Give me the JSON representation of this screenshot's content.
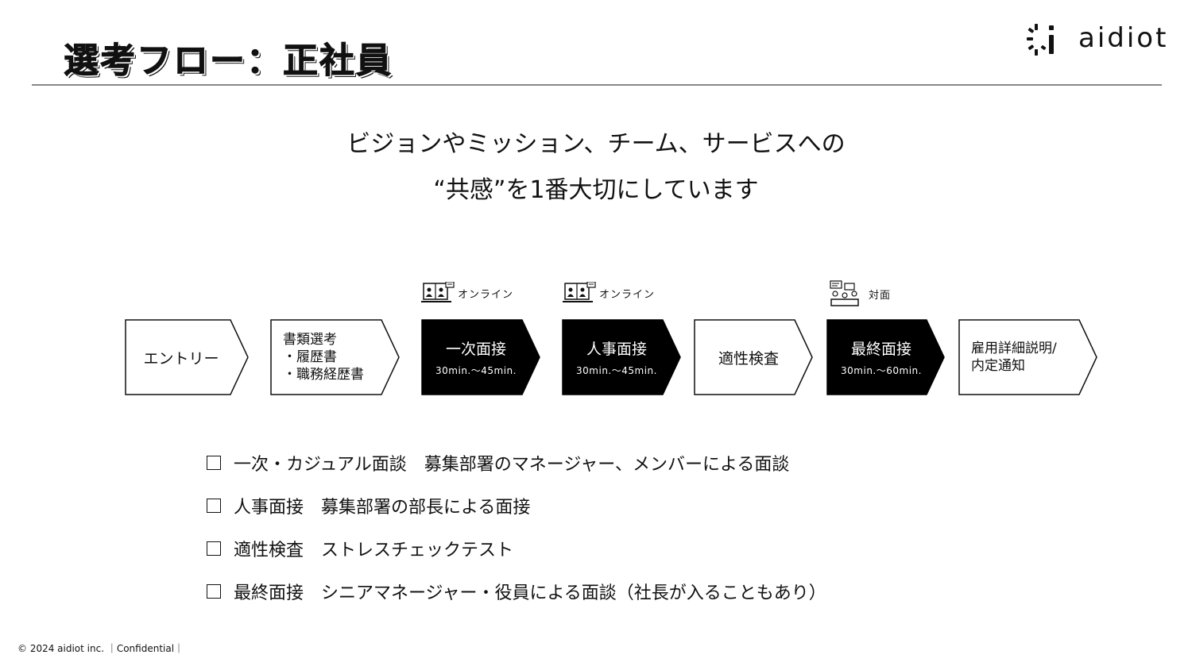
{
  "header": {
    "title": "選考フロー：正社員",
    "logo_text": "aidiot"
  },
  "tagline": {
    "line1": "ビジョンやミッション、チーム、サービスへの",
    "line2": "“共感”を1番大切にしています"
  },
  "tags": [
    {
      "icon": "video-call-icon",
      "label": "オンライン"
    },
    {
      "icon": "video-call-icon",
      "label": "オンライン"
    },
    {
      "icon": "meeting-icon",
      "label": "対面"
    }
  ],
  "steps": [
    {
      "label": "エントリー",
      "dark": false
    },
    {
      "label": "書類選考",
      "items": [
        "・履歴書",
        "・職務経歴書"
      ],
      "dark": false
    },
    {
      "label": "一次面接",
      "sub": "30min.〜45min.",
      "dark": true
    },
    {
      "label": "人事面接",
      "sub": "30min.〜45min.",
      "dark": true
    },
    {
      "label": "適性検査",
      "dark": false
    },
    {
      "label": "最終面接",
      "sub": "30min.〜60min.",
      "dark": true
    },
    {
      "label": "雇用詳細説明/",
      "label2": "内定通知",
      "dark": false
    }
  ],
  "details": [
    "一次・カジュアル面談　募集部署のマネージャー、メンバーによる面談",
    "人事面接　募集部署の部長による面接",
    "適性検査　ストレスチェックテスト",
    "最終面接　シニアマネージャー・役員による面談（社長が入ることもあり）"
  ],
  "footer": {
    "text": "© 2024 aidiot inc. ｜Confidential｜"
  },
  "colors": {
    "dark_step": "#000000",
    "light_step_border": "#111111",
    "rule": "#888888"
  }
}
